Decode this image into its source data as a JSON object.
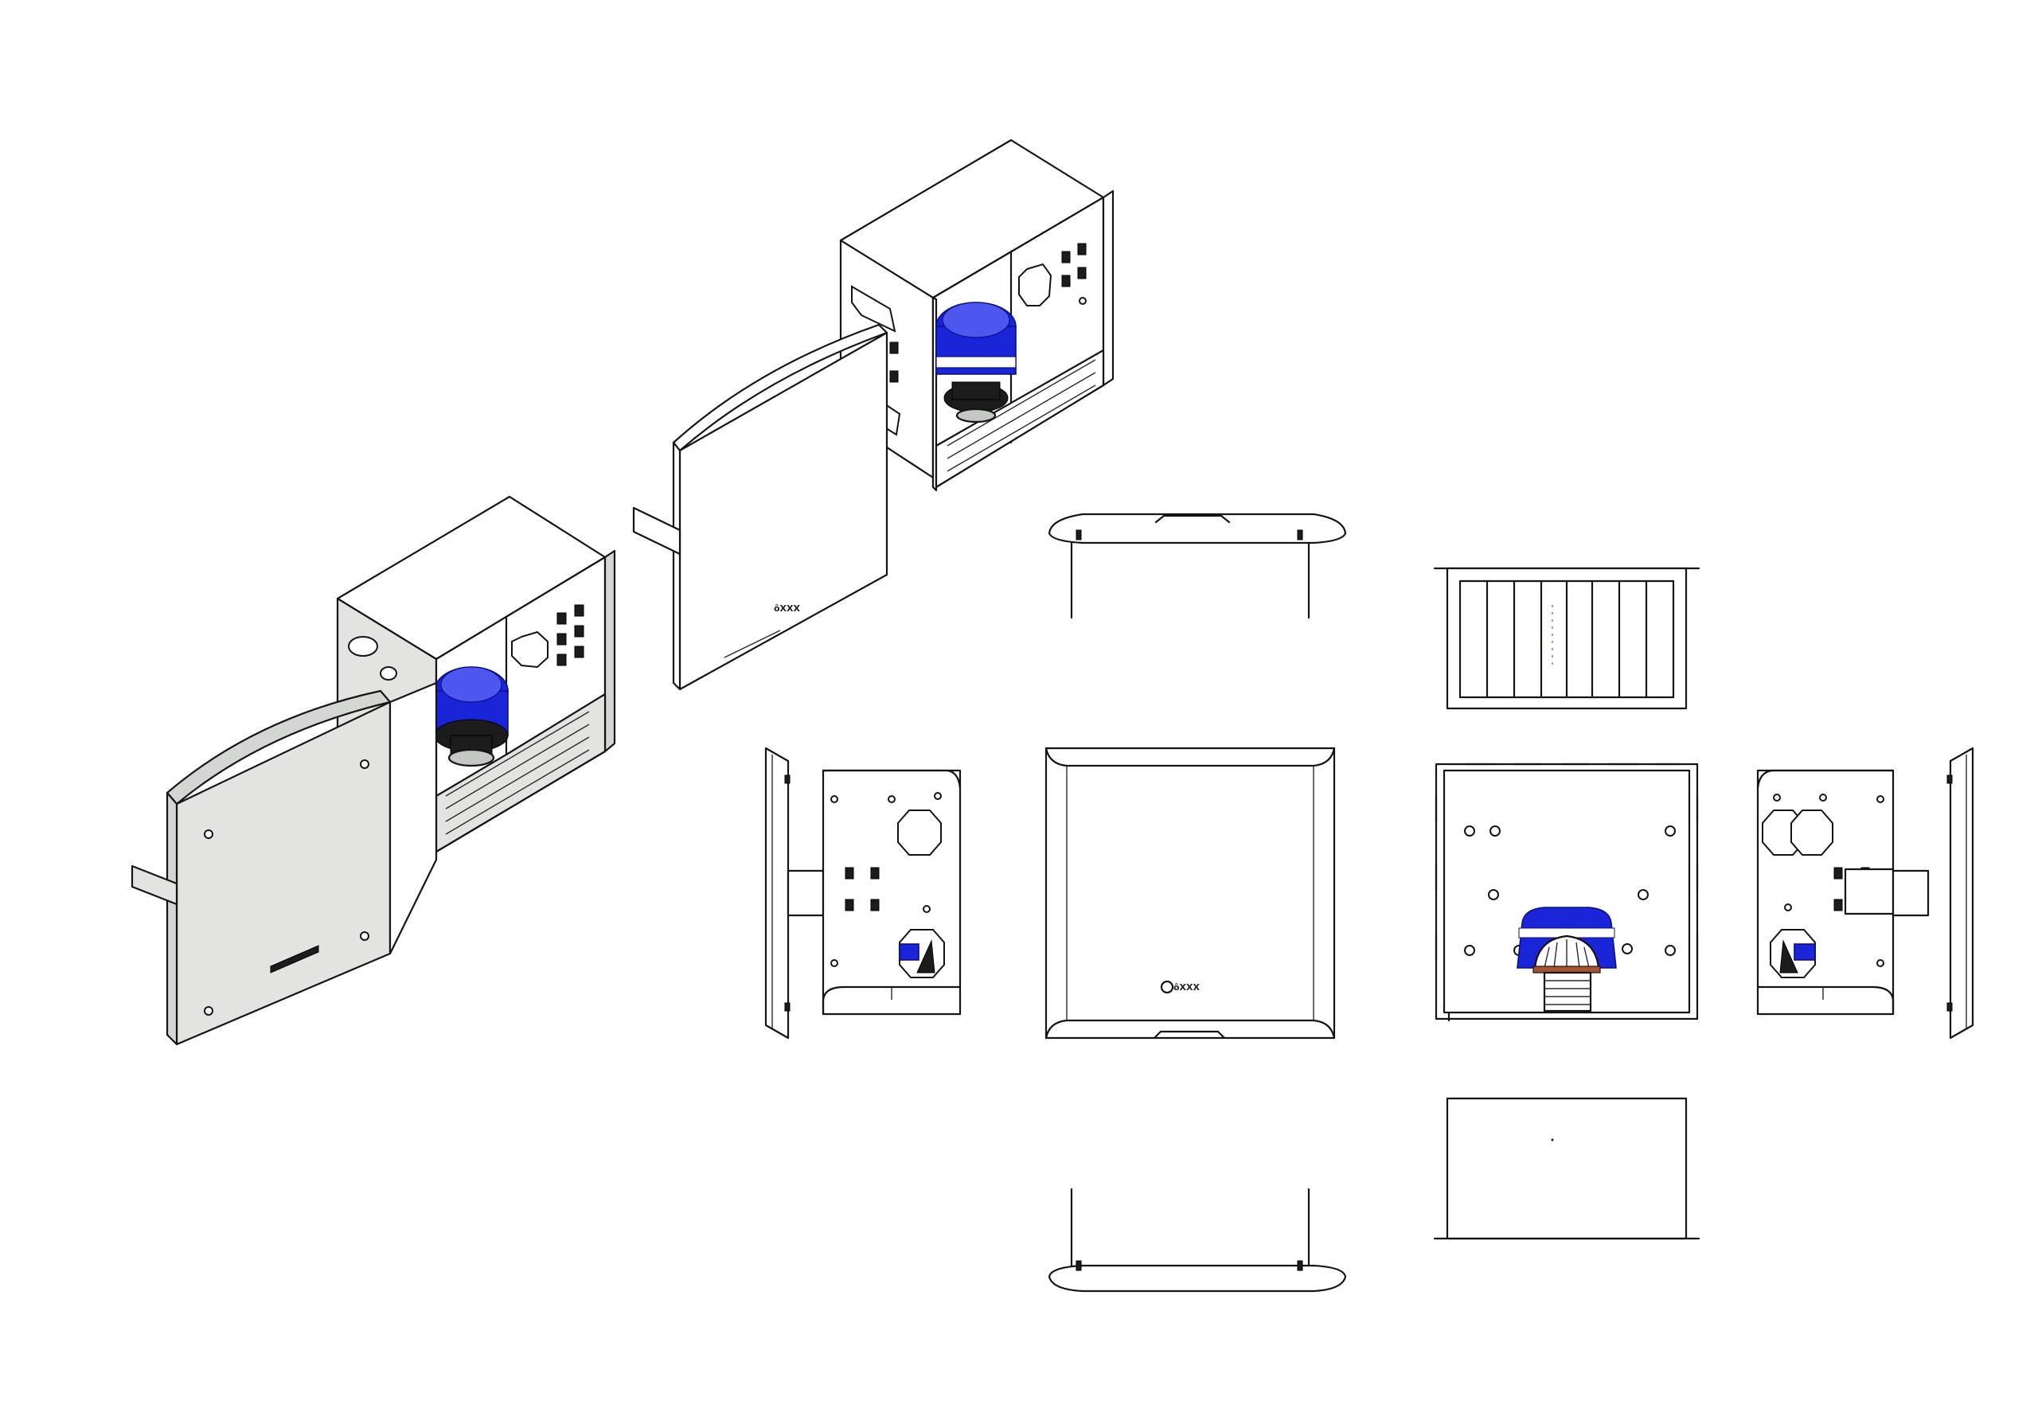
{
  "drawing": {
    "logo_mark": "ôXXX",
    "logo_color": "#222222",
    "accent_color": "#1b25d8",
    "views": [
      "isometric-closed",
      "isometric-exploded",
      "top-view",
      "left-view",
      "front-view",
      "rear-internal-view",
      "right-view",
      "bottom-view",
      "top-grille-view",
      "bottom-plate-view"
    ]
  }
}
